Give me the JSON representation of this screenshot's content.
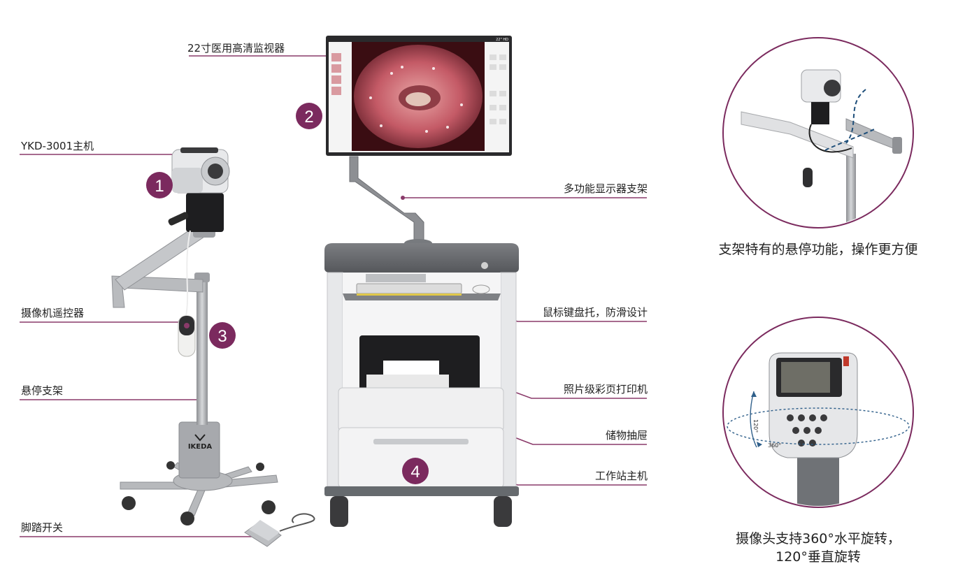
{
  "labels": {
    "monitor": "22寸医用高清监视器",
    "host": "YKD-3001主机",
    "remote": "摄像机遥控器",
    "stand": "悬停支架",
    "pedal": "脚踏开关",
    "monitor_arm": "多功能显示器支架",
    "tray": "鼠标键盘托，防滑设计",
    "printer": "照片级彩页打印机",
    "drawer": "储物抽屉",
    "workstation": "工作站主机"
  },
  "badges": {
    "b1": "1",
    "b2": "2",
    "b3": "3",
    "b4": "4"
  },
  "captions": {
    "top": "支架特有的悬停功能，操作更方便",
    "bottom_line1": "摄像头支持360°水平旋转，",
    "bottom_line2": "120°垂直旋转"
  },
  "product_text": {
    "monitor_size": "22\" HD",
    "brand": "IKEDA",
    "angle_v": "120°",
    "angle_h": "360°"
  },
  "colors": {
    "accent": "#7b2a5e",
    "line": "#8a3a6a",
    "metal": "#a9abaf",
    "dark": "#2a2a2a"
  }
}
